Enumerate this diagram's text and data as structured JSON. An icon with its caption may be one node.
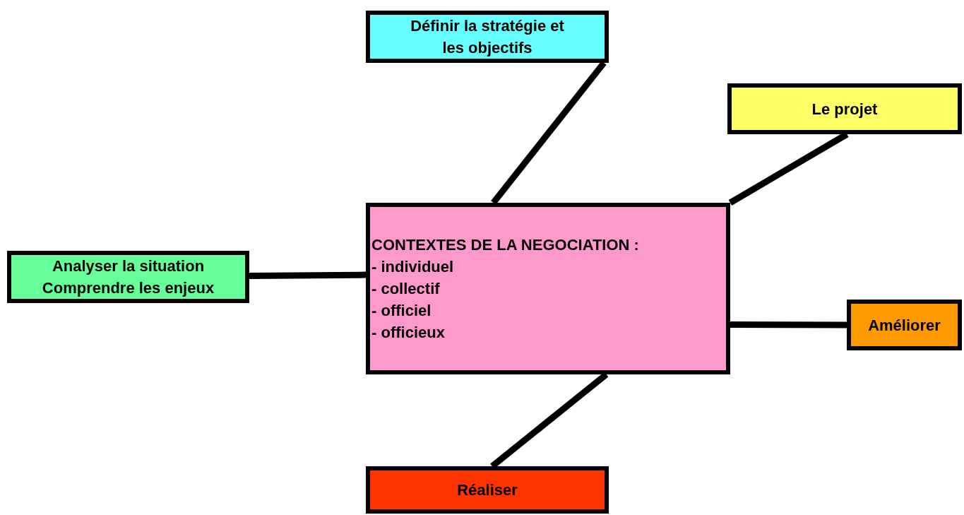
{
  "diagram": {
    "nodes": [
      {
        "text": [
          "Définir la stratégie et les objectifs"
        ]
      },
      {
        "text": [
          "Le projet"
        ]
      },
      {
        "text": [
          "Analyser la situation Comprendre les enjeux"
        ]
      },
      {
        "text": [
          "CONTEXTES DE LA NEGOCIATION :",
          "- individuel",
          "- collectif",
          "- officiel",
          "- officieux"
        ]
      },
      {
        "text": [
          "Améliorer"
        ]
      },
      {
        "text": [
          "Réaliser"
        ]
      }
    ],
    "edges": [
      {
        "from": 0,
        "to": 3,
        "arrow": "none"
      },
      {
        "from": 1,
        "to": 3,
        "arrow": "none"
      },
      {
        "from": 2,
        "to": 3,
        "arrow": "none"
      },
      {
        "from": 3,
        "to": 4,
        "arrow": "none"
      },
      {
        "from": 3,
        "to": 5,
        "arrow": "none"
      }
    ]
  }
}
